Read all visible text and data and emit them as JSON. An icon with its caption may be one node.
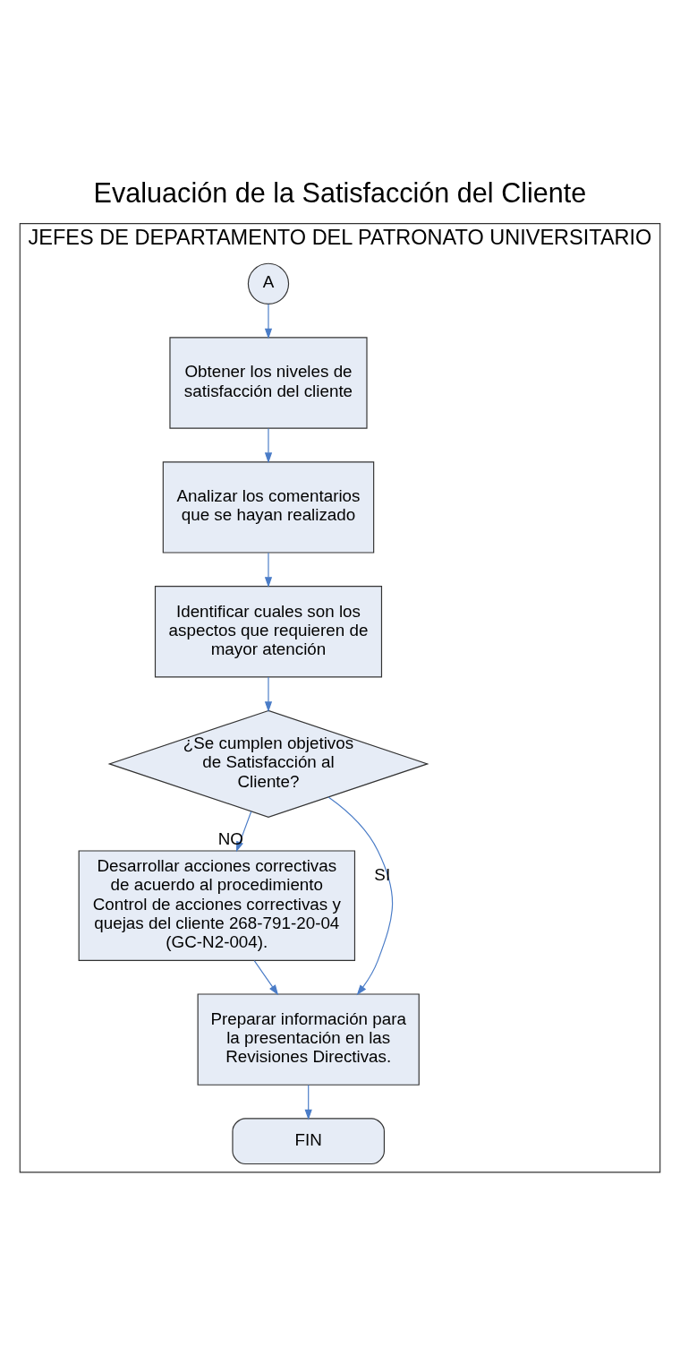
{
  "diagram": {
    "title": "Evaluación de la Satisfacción del Cliente",
    "nodes": [
      {
        "text": [
          "JEFES DE DEPARTAMENTO DEL PATRONATO UNIVERSITARIO"
        ]
      },
      {
        "text": [
          "A"
        ],
        "in": 0
      },
      {
        "text": [
          "Obtener los niveles de satisfacción del cliente"
        ],
        "in": 0
      },
      {
        "text": [
          "Analizar los comentarios que se hayan realizado"
        ],
        "in": 0
      },
      {
        "text": [
          "Identificar cuales son los aspectos que requieren de mayor atención"
        ],
        "in": 0
      },
      {
        "text": [
          "¿Se cumplen objetivos de Satisfacción al Cliente?"
        ],
        "in": 0
      },
      {
        "text": [
          "Desarrollar acciones correctivas de acuerdo al procedimiento Control de acciones correctivas y quejas del cliente 268-791-20-04 (GC-N2-004)."
        ],
        "in": 0
      },
      {
        "text": [
          "Preparar información para la presentación en las Revisiones Directivas."
        ],
        "in": 0
      },
      {
        "text": [
          "FIN"
        ],
        "in": 0
      }
    ],
    "edges": [
      {
        "from": 1,
        "to": 2,
        "arrow": "to"
      },
      {
        "from": 2,
        "to": 3,
        "arrow": "to"
      },
      {
        "from": 3,
        "to": 4,
        "arrow": "to"
      },
      {
        "from": 4,
        "to": 5,
        "arrow": "to"
      },
      {
        "from": 5,
        "to": 6,
        "label": "NO",
        "arrow": "to"
      },
      {
        "from": 6,
        "to": 7,
        "arrow": "to"
      },
      {
        "from": 5,
        "to": 7,
        "label": "SI",
        "arrow": "to"
      },
      {
        "from": 7,
        "to": 8,
        "arrow": "to"
      }
    ]
  }
}
